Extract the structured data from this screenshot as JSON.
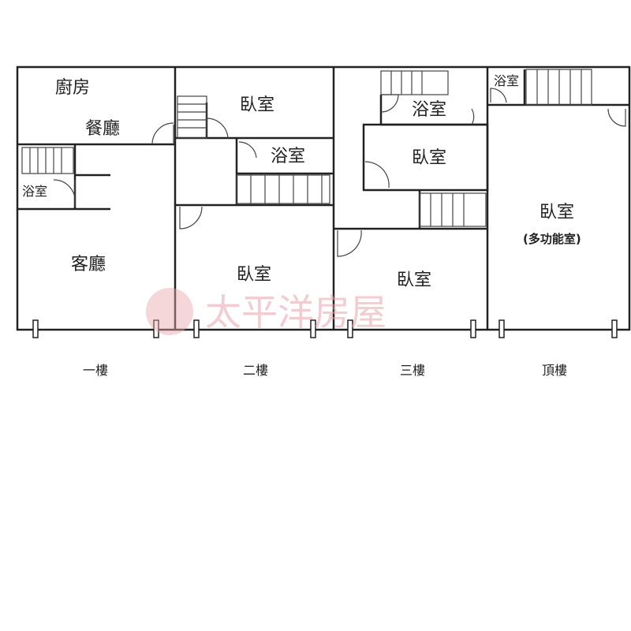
{
  "rooms": {
    "f1_kitchen": "廚房",
    "f1_dining": "餐廳",
    "f1_bath": "浴室",
    "f1_living": "客廳",
    "f2_bed_top": "臥室",
    "f2_bath": "浴室",
    "f2_bed_main": "臥室",
    "f3_bath": "浴室",
    "f3_bed_mid": "臥室",
    "f3_bed_low": "臥室",
    "top_bath": "浴室",
    "top_bed": "臥室",
    "top_bed_note": "(多功能室)"
  },
  "floors": [
    "一樓",
    "二樓",
    "三樓",
    "頂樓"
  ],
  "watermark": {
    "text": "太平洋房屋",
    "color": "#e9a3ab"
  }
}
